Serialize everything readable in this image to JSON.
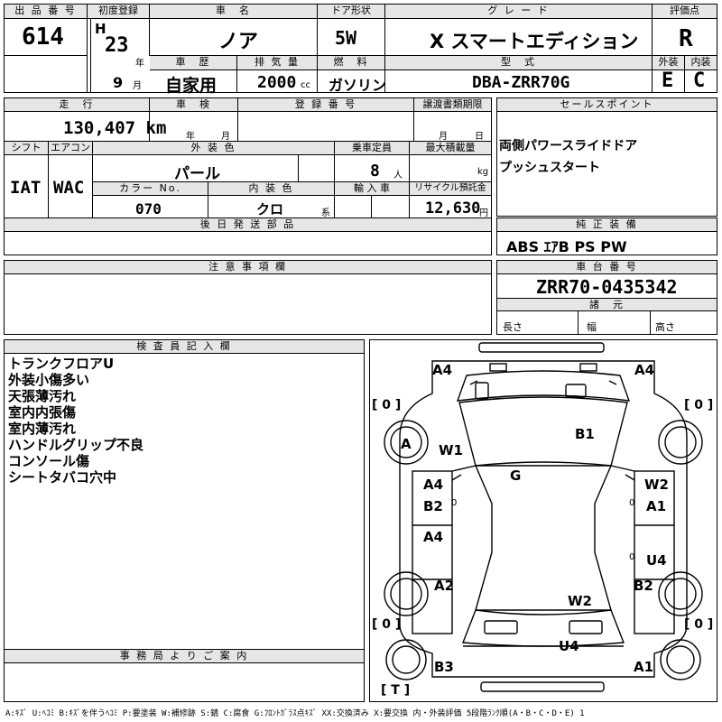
{
  "header": {
    "lot_no_label": "出 品 番 号",
    "lot_no": "614",
    "first_reg_label": "初度登録",
    "era": "H",
    "year": "23",
    "year_unit": "年",
    "month": "9",
    "month_unit": "月",
    "car_name_label": "車　名",
    "car_name": "ノア",
    "door_label": "ドア形状",
    "door": "5W",
    "grade_label": "グ レ ー ド",
    "grade": "X スマートエディション",
    "score_label": "評価点",
    "score": "R",
    "exterior_label": "外装",
    "exterior": "E",
    "interior_label": "内装",
    "interior": "C",
    "history_label": "車　歴",
    "history": "自家用",
    "displacement_label": "排 気 量",
    "displacement": "2000",
    "displacement_unit": "cc",
    "fuel_label": "燃　料",
    "fuel": "ガソリン",
    "model_label": "型　式",
    "model": "DBA-ZRR70G"
  },
  "spec": {
    "mileage_label": "走　行",
    "mileage": "130,407 km",
    "inspection_label": "車　検",
    "inspection_year": "年",
    "inspection_month": "月",
    "registration_label": "登 録 番 号",
    "transfer_label": "譲渡書類期限",
    "transfer_month": "月",
    "transfer_day": "日",
    "shift_label": "シフト",
    "shift": "IAT",
    "ac_label": "エアコン",
    "ac": "WAC",
    "ext_color_label": "外 装 色",
    "ext_color": "パール",
    "capacity_label": "乗車定員",
    "capacity": "8",
    "capacity_unit": "人",
    "max_load_label": "最大積載量",
    "max_load_unit": "kg",
    "color_no_label": "カラー No.",
    "color_no": "070",
    "int_color_label": "内 装 色",
    "int_color": "クロ",
    "int_color_unit": "系",
    "import_label": "輸 入 車",
    "recycle_label": "リサイクル預託金",
    "recycle": "12,630",
    "recycle_unit": "円",
    "later_parts_label": "後 日 発 送 部 品",
    "notes_label": "注 意 事 項 欄"
  },
  "sales": {
    "label": "セールスポイント",
    "points": [
      "両側パワースライドドア",
      "プッシュスタート"
    ],
    "equip_label": "純 正 装 備",
    "equip": "ABS ｴｱB PS PW",
    "chassis_label": "車 台 番 号",
    "chassis": "ZRR70-0435342",
    "dims_label": "諸　元",
    "length_label": "長さ",
    "width_label": "幅",
    "height_label": "高さ"
  },
  "inspector": {
    "label": "検 査 員 記 入 欄",
    "remarks": [
      "トランクフロアU",
      "外装小傷多い",
      "天張薄汚れ",
      "室内内張傷",
      "室内薄汚れ",
      "ハンドルグリップ不良",
      "コンソール傷",
      "シートタバコ穴中"
    ],
    "office_label": "事 務 局 よ り ご 案 内"
  },
  "diagram": {
    "tire_marks": [
      "[ 0 ]",
      "[ 0 ]",
      "[ 0 ]",
      "[ 0 ]",
      "[ T ]"
    ],
    "marks": [
      "A4",
      "A4",
      "A",
      "W1",
      "B1",
      "G",
      "A4",
      "B2",
      "W2",
      "A1",
      "A4",
      "U4",
      "A2",
      "B2",
      "W2",
      "U4",
      "B3",
      "A1"
    ],
    "zeros": [
      "0",
      "0",
      "0"
    ]
  },
  "legend": "A:ｷｽﾞ U:ﾍｺﾐ B:ｷｽﾞを伴うﾍｺﾐ P:要塗装 W:補修跡 S:錆 C:腐食 G:ﾌﾛﾝﾄｶﾞﾗｽ点ｷｽﾞ XX:交換済み X:要交換 内・外装評価 5段階ﾗﾝｸ順(A・B・C・D・E) 1"
}
